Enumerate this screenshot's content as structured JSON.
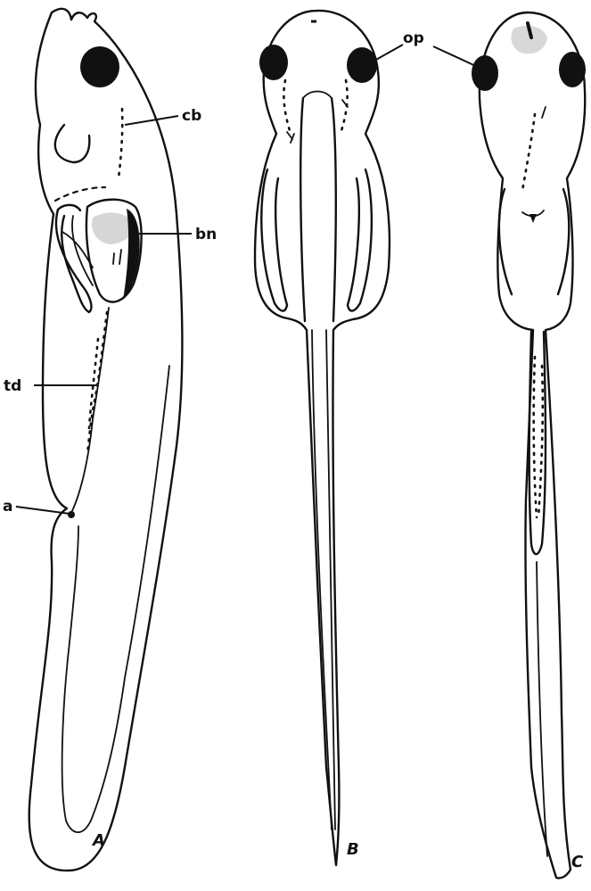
{
  "labels": {
    "cb": "cb",
    "bn": "bn",
    "td": "td",
    "a": "a",
    "op": "op"
  },
  "panels": [
    "A",
    "B",
    "C"
  ]
}
